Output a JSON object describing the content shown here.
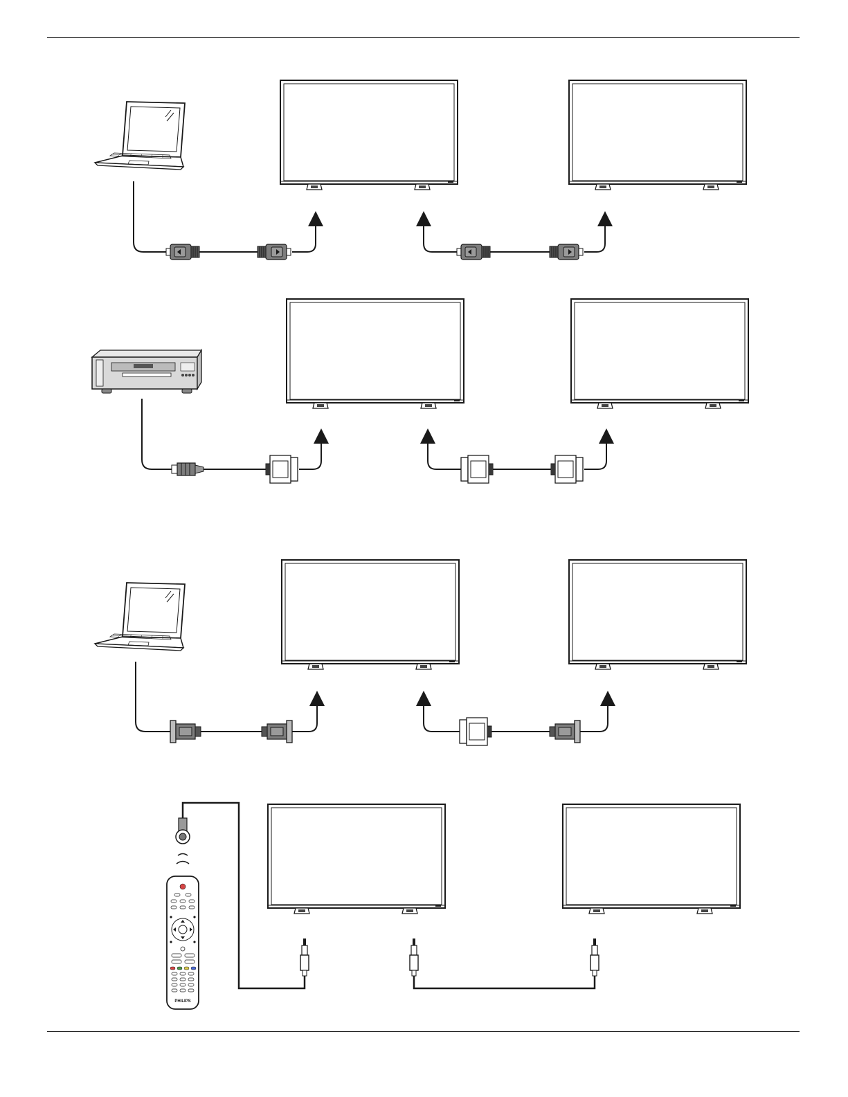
{
  "document": {
    "sections": [
      {
        "id": "displayport-daisy-chain",
        "source": "laptop",
        "cable": "displayport"
      },
      {
        "id": "dvi-daisy-chain",
        "source": "dvd-player",
        "cable": "dvi"
      },
      {
        "id": "vga-daisy-chain",
        "source": "laptop",
        "cable": "vga"
      },
      {
        "id": "ir-daisy-chain",
        "source": "remote-control",
        "cable": "ir-audio-jack"
      }
    ],
    "remote": {
      "brand": "PHILIPS"
    },
    "colors": {
      "line": "#1a1a1a",
      "connector": "#7d7d7d",
      "background": "#ffffff"
    }
  }
}
